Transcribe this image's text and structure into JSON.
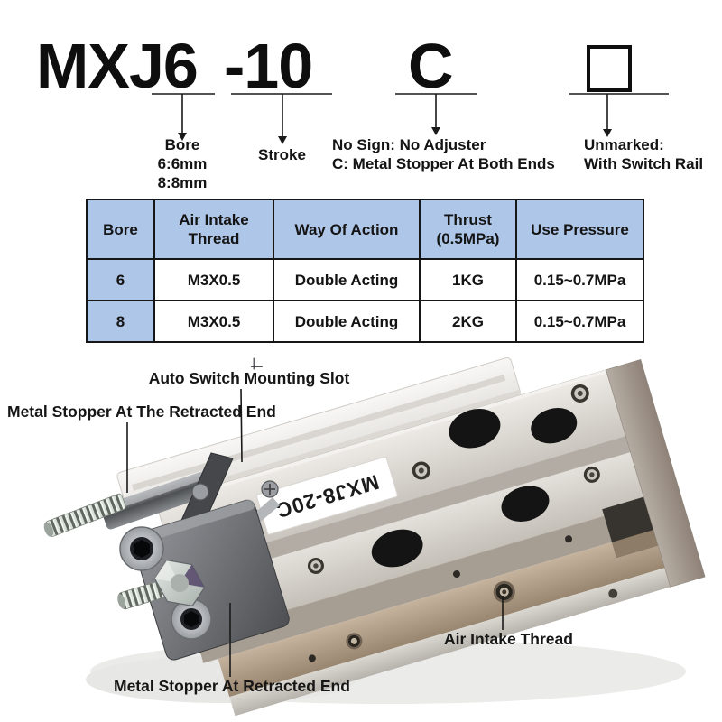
{
  "model_code": {
    "series": "MXJ6",
    "stroke_code": "-10",
    "option_code": "C"
  },
  "legend": {
    "bore": {
      "title": "Bore",
      "options": [
        "6:6mm",
        "8:8mm"
      ]
    },
    "stroke": {
      "title": "Stroke"
    },
    "adjuster": {
      "line1": "No Sign: No Adjuster",
      "line2": "C: Metal Stopper At Both Ends"
    },
    "switch_rail": {
      "line1": "Unmarked:",
      "line2": "With Switch Rail"
    }
  },
  "spec_table": {
    "headers": [
      "Bore",
      "Air Intake\nThread",
      "Way Of Action",
      "Thrust\n(0.5MPa)",
      "Use Pressure"
    ],
    "rows": [
      [
        "6",
        "M3X0.5",
        "Double Acting",
        "1KG",
        "0.15~0.7MPa"
      ],
      [
        "8",
        "M3X0.5",
        "Double Acting",
        "2KG",
        "0.15~0.7MPa"
      ]
    ],
    "header_color": "#aec6e8"
  },
  "figure": {
    "product_label": "MXJ8-20C",
    "annotations": {
      "auto_switch_slot": "Auto Switch Mounting Slot",
      "stopper_retracted_top": "Metal Stopper At The Retracted End",
      "air_intake_thread": "Air Intake Thread",
      "stopper_retracted_bottom": "Metal Stopper At Retracted End"
    },
    "material_colors": {
      "body_silver": "#d5d1cb",
      "body_bronze": "#b09e88",
      "stopper_block_gray": "#5f6164",
      "rail_white": "#f4f3f1"
    }
  }
}
